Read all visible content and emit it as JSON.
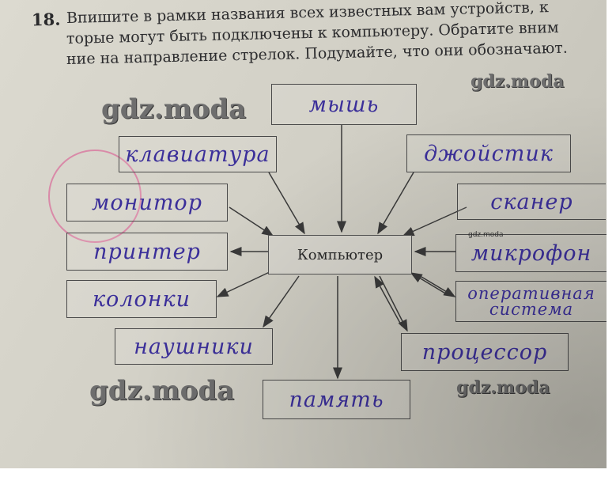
{
  "task": {
    "number": "18.",
    "lines": [
      "Впишите в рамки названия всех известных вам устройств, к",
      "торые могут быть подключены к компьютеру. Обратите вним",
      "ние на направление стрелок. Подумайте, что они обозначают."
    ]
  },
  "diagram": {
    "center": "Компьютер",
    "devices": {
      "mouse": "мышь",
      "keyboard": "клавиатура",
      "joystick": "джойстик",
      "monitor": "монитор",
      "scanner": "сканер",
      "printer": "принтер",
      "microphone": "микрофон",
      "speakers": "колонки",
      "ram_line1": "оперативная",
      "ram_line2": "система",
      "headphones": "наушники",
      "processor": "процессор",
      "memory": "память"
    }
  },
  "watermarks": {
    "top_right": "gdz.moda",
    "top_left": "gdz.moda",
    "bottom_left": "gdz.moda",
    "bottom_right": "gdz.moda",
    "small": "gdz.moda"
  }
}
